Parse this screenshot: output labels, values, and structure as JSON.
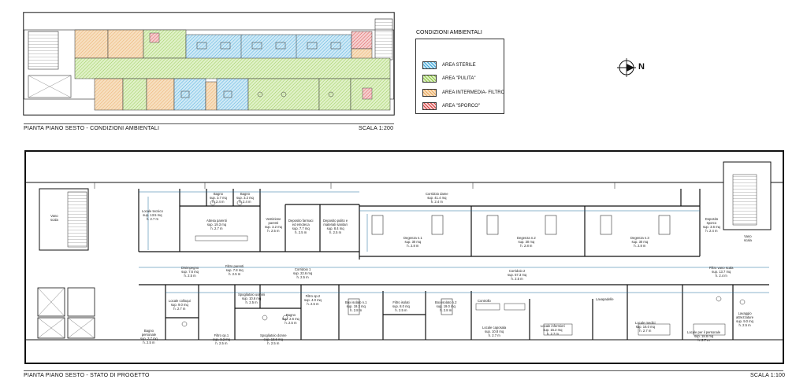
{
  "top_plan": {
    "caption": "PIANTA PIANO SESTO - CONDIZIONI AMBIENTALI",
    "scale": "SCALA 1:200"
  },
  "legend": {
    "title": "CONDIZIONI AMBIENTALI",
    "items": [
      {
        "label": "AREA STERILE",
        "color": "#3aa6d8"
      },
      {
        "label": "AREA \"PULITA\"",
        "color": "#8cc63f"
      },
      {
        "label": "AREA INTERMEDIA- FILTRO",
        "color": "#e8a55a"
      },
      {
        "label": "AREA \"SPORCO\"",
        "color": "#d63b3b"
      }
    ]
  },
  "compass": {
    "label": "N"
  },
  "bottom_plan": {
    "caption": "PIANTA PIANO SESTO - STATO DI PROGETTO",
    "scale": "SCALA 1:100",
    "rooms": [
      {
        "name": "Vano\nscala"
      },
      {
        "name": "Locale tecnico\nsup. 13.5 mq\nh. 2.7 m"
      },
      {
        "name": "Bagno\nsup. 3.7 mq\nh. 2.4 m"
      },
      {
        "name": "Bagno\nsup. 3.2 mq\nh. 2.4 m"
      },
      {
        "name": "Attesa parenti\nsup. 19.3 mq\nh. 2.7 m"
      },
      {
        "name": "Vestizione\nparenti\nsup. 3.2 mq\nh. 2.5 m"
      },
      {
        "name": "Deposito farmaci\ned emoteca\nsup. 7.7 mq\nh. 2.5 m"
      },
      {
        "name": "Deposito pulito e\nmateriali sanitari\nsup. 8.4 mq\nh. 2.5 m"
      },
      {
        "name": "Corridoio dame\nsup. 41.4 mq\nh. 2.4 m"
      },
      {
        "name": "Degenza n.1\nsup. 30 mq\nh. 2.8 m"
      },
      {
        "name": "Degenza n.2\nsup. 30 mq\nh. 2.8 m"
      },
      {
        "name": "Degenza n.3\nsup. 30 mq\nh. 2.8 m"
      },
      {
        "name": "Deposito\nsporco\nsup. 3.6 mq\nh. 2.4 m"
      },
      {
        "name": "Vano\nscala"
      },
      {
        "name": "Disimpegno\nsup. 7.6 mq\nh. 2.5 m"
      },
      {
        "name": "Filtro parenti\nsup. 7.8 mq\nh. 2.5 m"
      },
      {
        "name": "Corridoio 1\nsup. 22.6 mq\nh. 2.5 m"
      },
      {
        "name": "Corridoio 2\nsup. 57.3 mq\nh. 2.5 m"
      },
      {
        "name": "Filtro vano scala\nsup. 13.7 mq\nh. 2.4 m"
      },
      {
        "name": "Locale colloqui\nsup. 9.0 mq\nh. 2.7 m"
      },
      {
        "name": "Spogliatoio uomini\nsup. 10.6 mq\nh. 2.5 m"
      },
      {
        "name": "Filtro op.2\nsup. 4.0 mq\nh. 2.5 m"
      },
      {
        "name": "Box isolato n.1\nsup. 19.3 mq\nh. 2.8 m"
      },
      {
        "name": "Filtro isolati\nsup. 8.0 mq\nh. 2.5 m"
      },
      {
        "name": "Box isolato n.2\nsup. 19.0 mq\nh. 2.8 m"
      },
      {
        "name": "Controllo"
      },
      {
        "name": "Lavapadelle"
      },
      {
        "name": "Locale caposala\nsup. 10.8 mq\nh. 2.7 m"
      },
      {
        "name": "Locale infermieri\nsup. 15.2 mq\nh. 2.7 m"
      },
      {
        "name": "Locale medici\nsup. 16.0 mq\nh. 2.7 m"
      },
      {
        "name": "Locale per il personale\nsup. 18.8 mq\nh. 2.7 m"
      },
      {
        "name": "Lavaggio\nattrezzature\nsup. 9.0 mq\nh. 2.5 m"
      },
      {
        "name": "Bagno\npersonale\nsup. 3.7 mq\nh. 2.5 m"
      },
      {
        "name": "Filtro op.1\nsup. 3.2 mq\nh. 2.5 m"
      },
      {
        "name": "Spogliatoio donne\nsup. 13.6 mq\nh. 2.5 m"
      },
      {
        "name": "Bagno\nsup. 2.6 mq\nh. 2.5 m"
      }
    ]
  }
}
